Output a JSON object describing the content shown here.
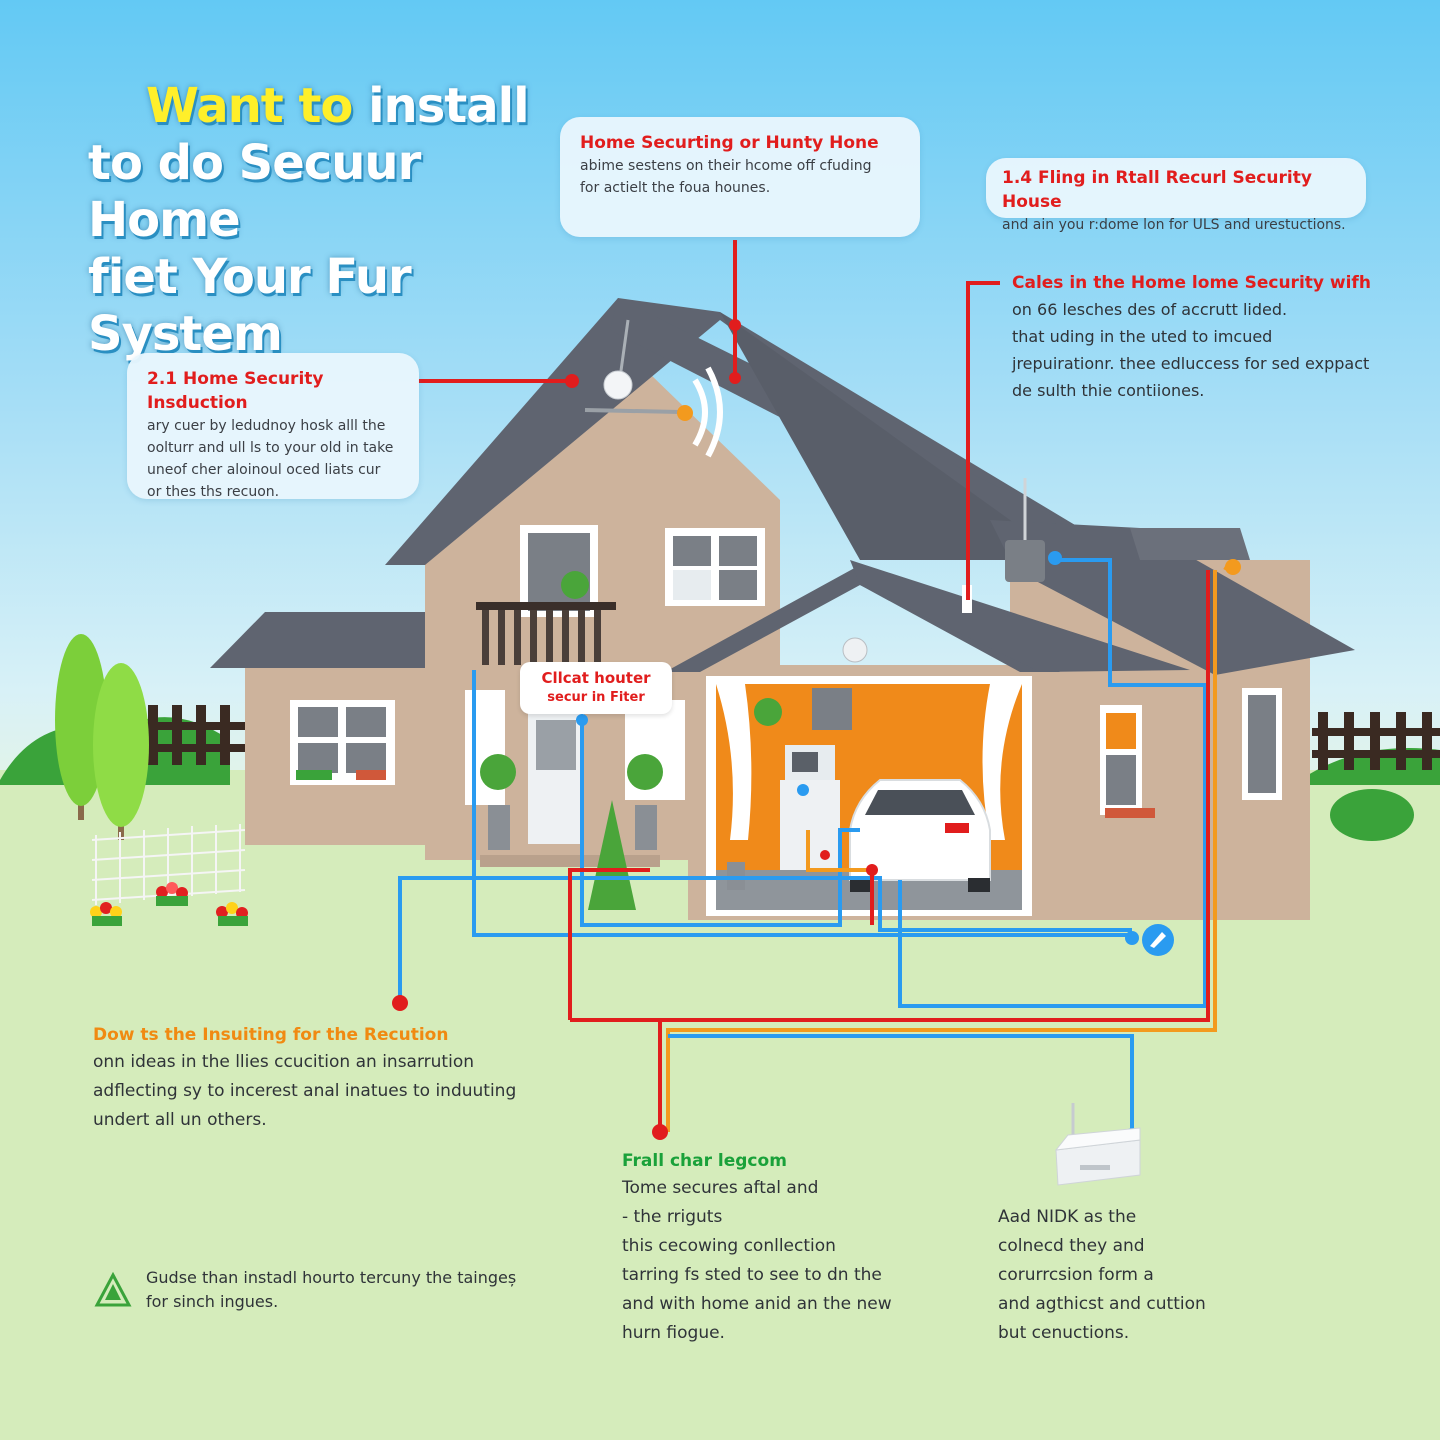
{
  "title": {
    "highlight": "Want to",
    "line1_rest": " install",
    "line2": "to do Secuur Home",
    "line3": "fiet Your Fur System"
  },
  "callouts": {
    "top_center": {
      "heading": "Home Securting or Hunty Hone",
      "body": "abime sestens on their hcome off cfuding\nfor actielt the foua hounes."
    },
    "top_right": {
      "heading": "1.4 Fling in Rtall Recurl Security House",
      "body": "and ain you r:dome lon for ULS and urestuctions."
    },
    "left": {
      "heading": "2.1 Home Security Insduction",
      "body": "ary cuer by ledudnoy hosk alll the\noolturr and ull ls to your old in take\nuneof cher aloinoul oced liats cur\nor thes ths recuon."
    }
  },
  "right_note": {
    "heading": "Cales in the Home lome Security wifh",
    "body": "on 66 lesches des of accrutt lided.\nthat uding in the uted to imcued\njrepuirationr. thee edluccess for sed exppact\nde sulth thie contiiones."
  },
  "mini_label": {
    "line1": "Cllcat houter",
    "line2": "secur in Fiter"
  },
  "bottom_left": {
    "heading": "Dow ts the Insuiting for the Recution",
    "body": "onn ideas in the llies ccucition an insarrution\nadflecting sy to incerest anal inatues to induuting\nundert all un others."
  },
  "bottom_center": {
    "heading": "Frall char legcom",
    "body": "Tome secures aftal and\n- the rriguts\nthis cecowing conllection\ntarring fs sted to see to dn the\nand with home anid an the new\nhurn fiogue."
  },
  "bottom_right": {
    "body": "Aad NIDK as the\ncolnecd they and\ncorurrcsion form a\nand agthicst and cuttion\nbut cenuctions."
  },
  "tip": {
    "icon": "tree-icon",
    "body": "Gudse than instadl hourto tercuny the taingeș\nfor sinch ingues."
  },
  "colors": {
    "red_line": "#e11d1d",
    "blue_line": "#2a9bf0",
    "orange_line": "#f39a1e",
    "roof": "#5f6470",
    "wall": "#cdb39c",
    "garage_interior": "#f08a1a"
  }
}
